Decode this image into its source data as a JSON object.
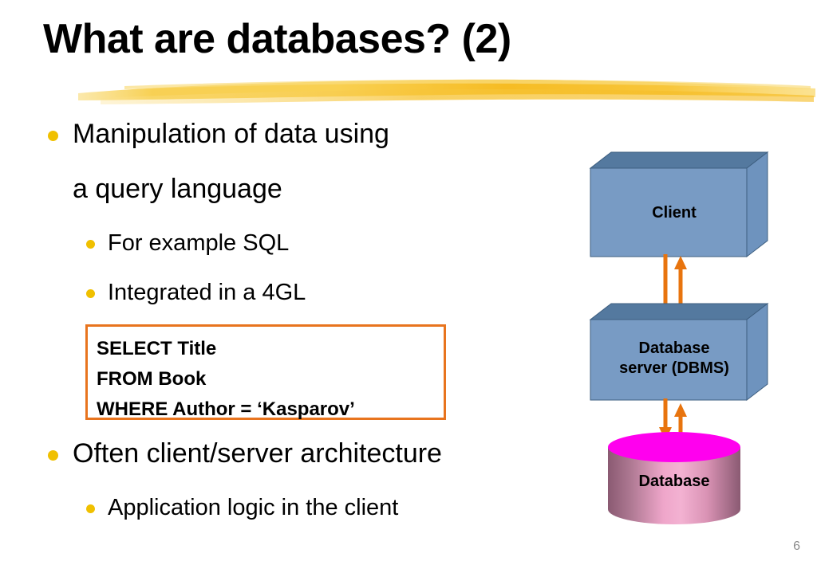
{
  "slide": {
    "title": "What are databases? (2)",
    "page_number": "6",
    "accent_colors": {
      "bullet": "#F0C000",
      "brush_underline": "#F5C430",
      "sql_box_border": "#E8741E",
      "arrow": "#E8740E",
      "box_front": "#789BC4",
      "box_top": "#54799F",
      "box_side": "#6E93BE",
      "cylinder_top": "#FF00EE",
      "cylinder_body_light": "#F0A8CC",
      "cylinder_body_dark": "#8A5A72"
    }
  },
  "content": {
    "bullets": [
      {
        "level": 1,
        "text": "Manipulation of data using"
      },
      {
        "level": 1,
        "continuation": "a query language"
      },
      {
        "level": 2,
        "text": "For example SQL"
      },
      {
        "level": 2,
        "text": "Integrated in a 4GL"
      },
      {
        "level": 1,
        "text": "Often client/server architecture"
      },
      {
        "level": 2,
        "text": "Application logic in the client"
      }
    ],
    "sql_snippet": {
      "line1": "SELECT Title",
      "line2": "FROM Book",
      "line3": "WHERE Author = ‘Kasparov’",
      "full": "SELECT Title\nFROM Book\nWHERE Author = ‘Kasparov’"
    }
  },
  "diagram": {
    "nodes": [
      {
        "id": "client",
        "label": "Client",
        "shape": "box-3d"
      },
      {
        "id": "dbms",
        "label_line1": "Database",
        "label_line2": "server (DBMS)",
        "label": "Database\nserver (DBMS)",
        "shape": "box-3d"
      },
      {
        "id": "database",
        "label": "Database",
        "shape": "cylinder"
      }
    ],
    "connections": [
      {
        "from": "client",
        "to": "dbms",
        "direction": "down"
      },
      {
        "from": "dbms",
        "to": "client",
        "direction": "up"
      },
      {
        "from": "dbms",
        "to": "database",
        "direction": "down"
      },
      {
        "from": "database",
        "to": "dbms",
        "direction": "up"
      }
    ]
  }
}
